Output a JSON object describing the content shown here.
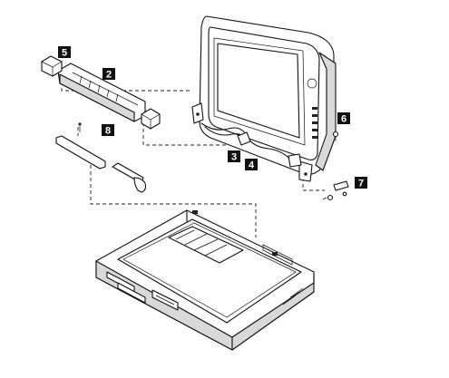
{
  "callouts": [
    {
      "id": "5",
      "label": "5"
    },
    {
      "id": "2",
      "label": "2"
    },
    {
      "id": "8",
      "label": "8"
    },
    {
      "id": "6",
      "label": "6"
    },
    {
      "id": "3",
      "label": "3"
    },
    {
      "id": "4",
      "label": "4"
    },
    {
      "id": "7",
      "label": "7"
    }
  ],
  "colors": {
    "line": "#111111",
    "callout_bg": "#111111",
    "callout_text": "#ffffff",
    "background": "#ffffff"
  }
}
